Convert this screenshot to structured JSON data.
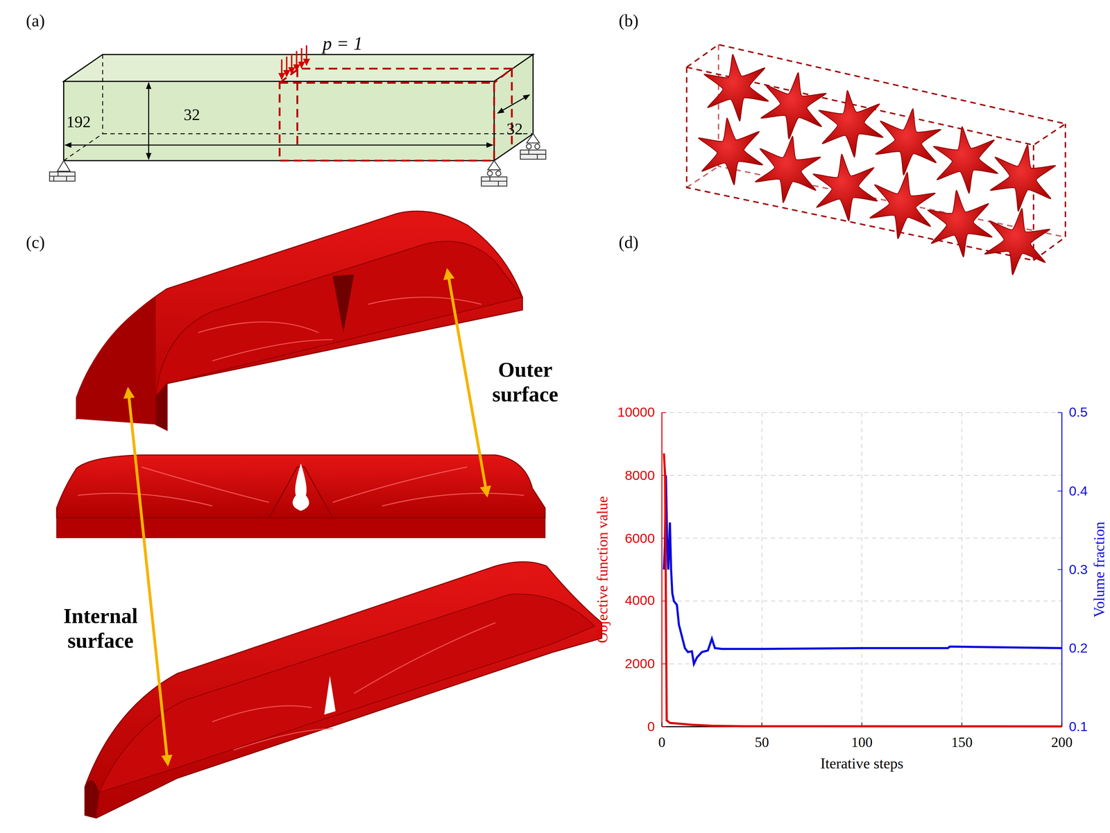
{
  "diagram": {
    "labels": [
      "(a)",
      "p = 1",
      "192",
      "32",
      "32",
      "(b)",
      "(c)",
      "Outer surface",
      "Internal surface",
      "(d)",
      "10000",
      "8000",
      "6000",
      "4000",
      "2000",
      "0",
      "0.5",
      "0.4",
      "0.3",
      "0.2",
      "0.1",
      "0",
      "50",
      "100",
      "150",
      "200",
      "Iterative steps",
      "Objective function value",
      "Volume fraction"
    ]
  }
}
